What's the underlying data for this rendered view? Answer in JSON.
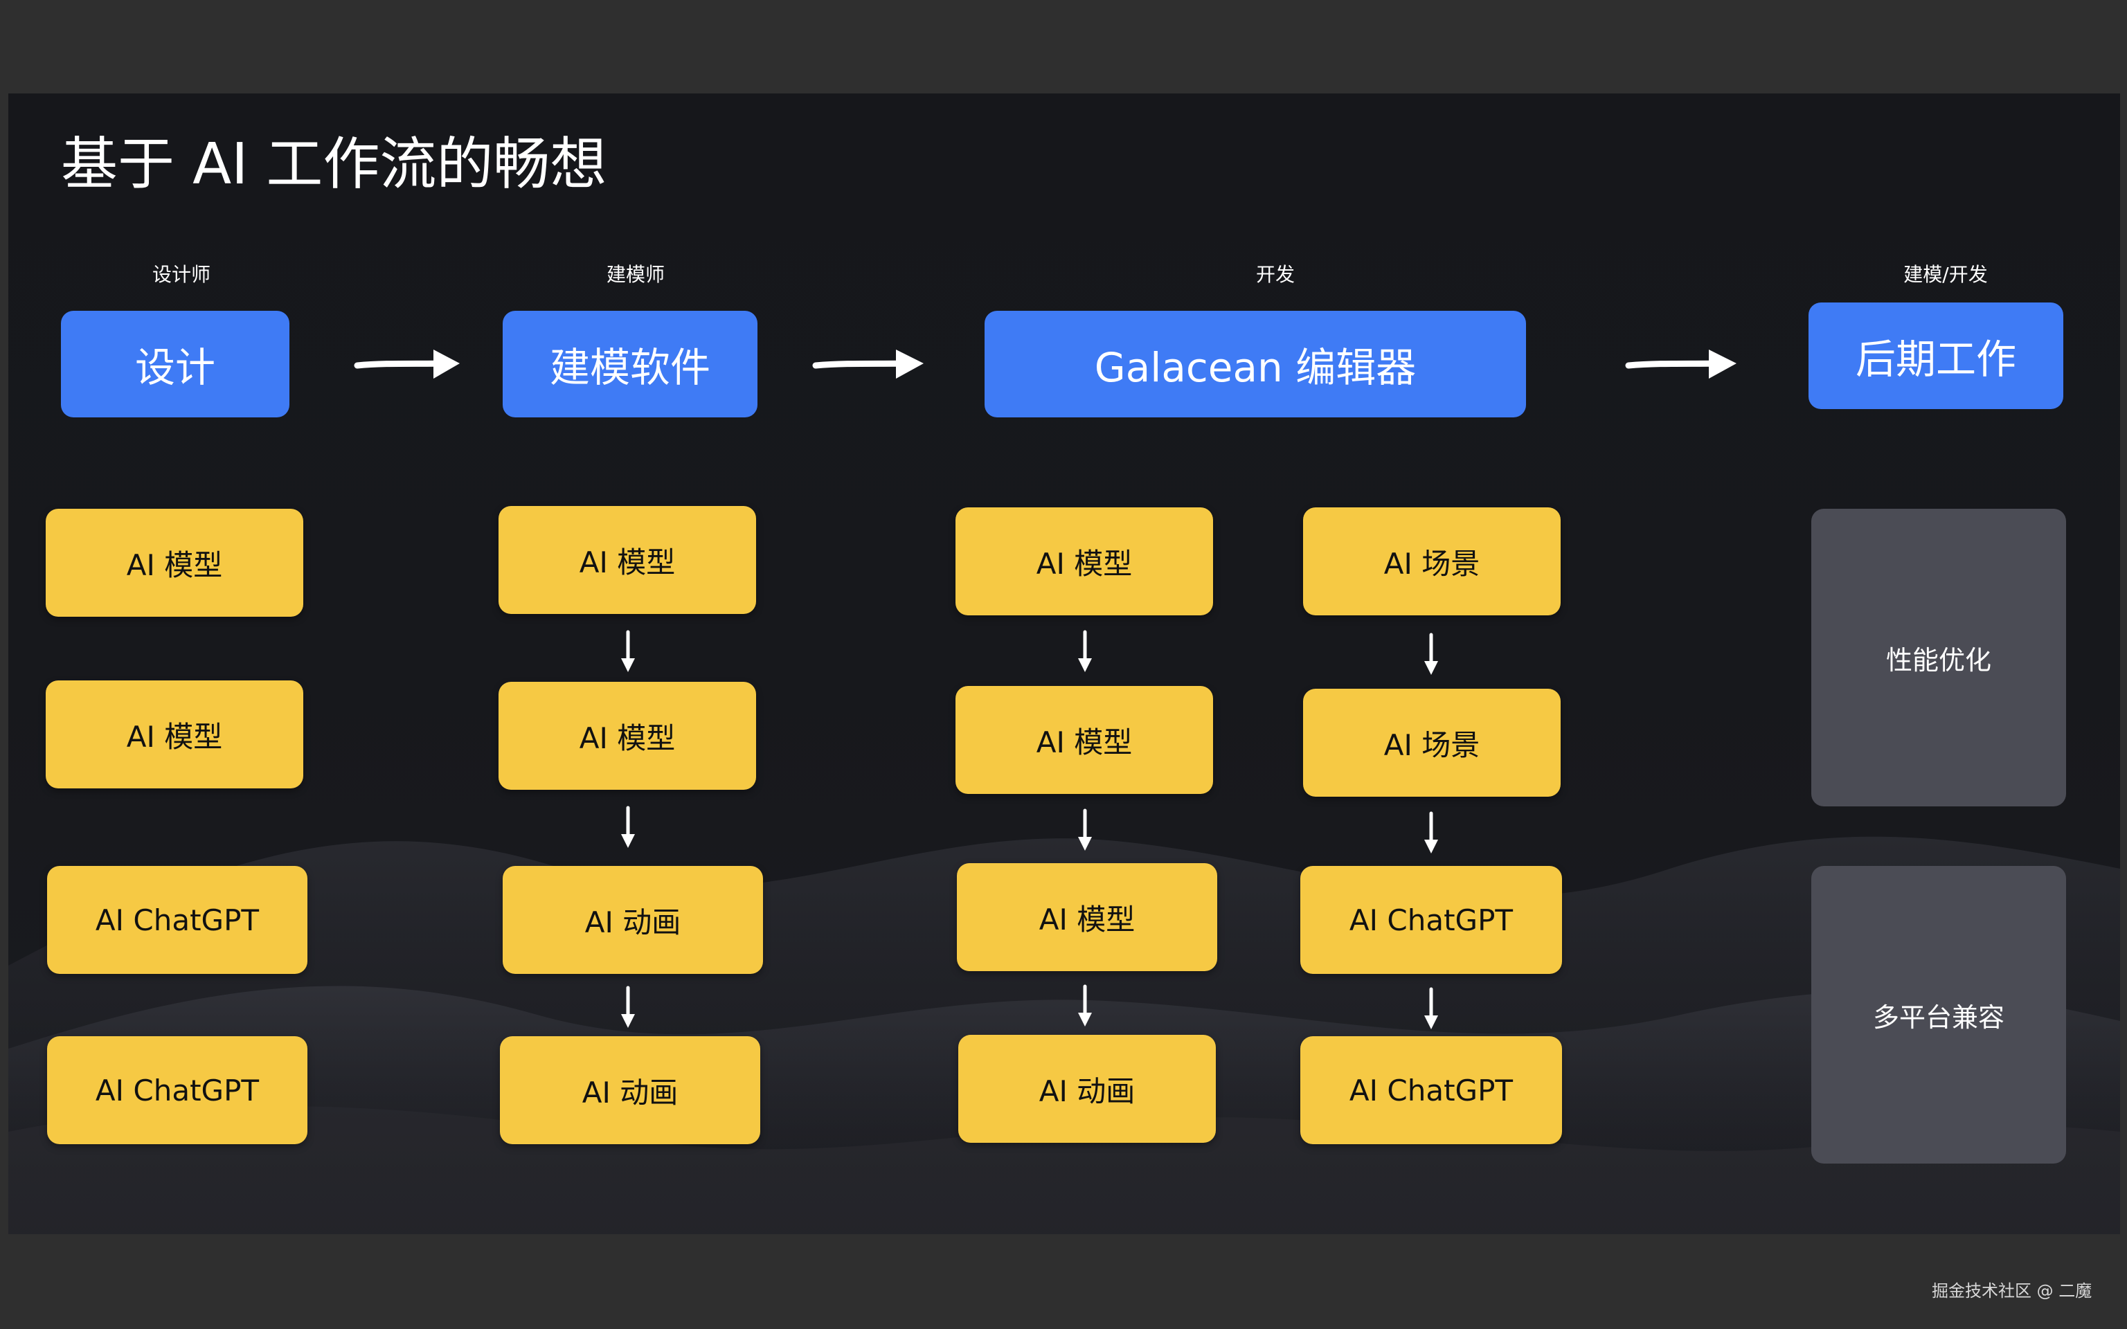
{
  "title": "基于 AI 工作流的畅想",
  "columns": [
    {
      "role": "设计师",
      "stage": "设计",
      "tools": [
        "AI 模型",
        "AI 模型",
        "AI ChatGPT",
        "AI ChatGPT"
      ]
    },
    {
      "role": "建模师",
      "stage": "建模软件",
      "tools": [
        "AI 模型",
        "AI 模型",
        "AI 动画",
        "AI 动画"
      ]
    },
    {
      "role": "开发",
      "stage": "Galacean 编辑器",
      "tools_left": [
        "AI 模型",
        "AI 模型",
        "AI 模型",
        "AI 动画"
      ],
      "tools_right": [
        "AI 场景",
        "AI 场景",
        "AI ChatGPT",
        "AI ChatGPT"
      ]
    },
    {
      "role": "建模/开发",
      "stage": "后期工作",
      "tasks": [
        "性能优化",
        "多平台兼容"
      ]
    }
  ],
  "watermark": "掘金技术社区 @ 二魔",
  "colors": {
    "stage": "#3f7bf5",
    "tool": "#f6c944",
    "task": "#4b4c55",
    "background": "#17181c"
  }
}
